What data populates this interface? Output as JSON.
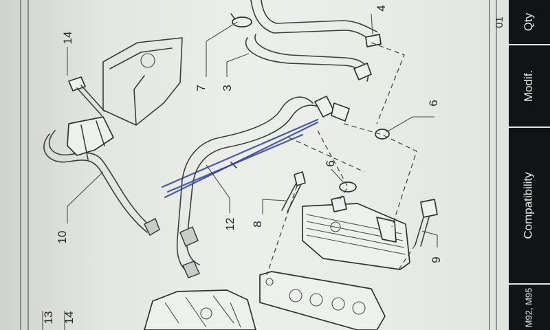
{
  "callouts": {
    "c14a": "14",
    "c7": "7",
    "c3": "3",
    "c4": "4",
    "c6a": "6",
    "c6b": "6",
    "c10": "10",
    "c12": "12",
    "c8": "8",
    "c9": "9",
    "c13b": "13",
    "c14b": "14"
  },
  "table": {
    "qty_header": "Qty",
    "qty_value": "01",
    "modif_header": "Modif.",
    "compat_header": "Compatibility",
    "compat_value": "M92, M95"
  },
  "colors": {
    "ink": "#3a3c3e",
    "pen_mark": "#2b3f9e",
    "table_bg": "#111416"
  }
}
